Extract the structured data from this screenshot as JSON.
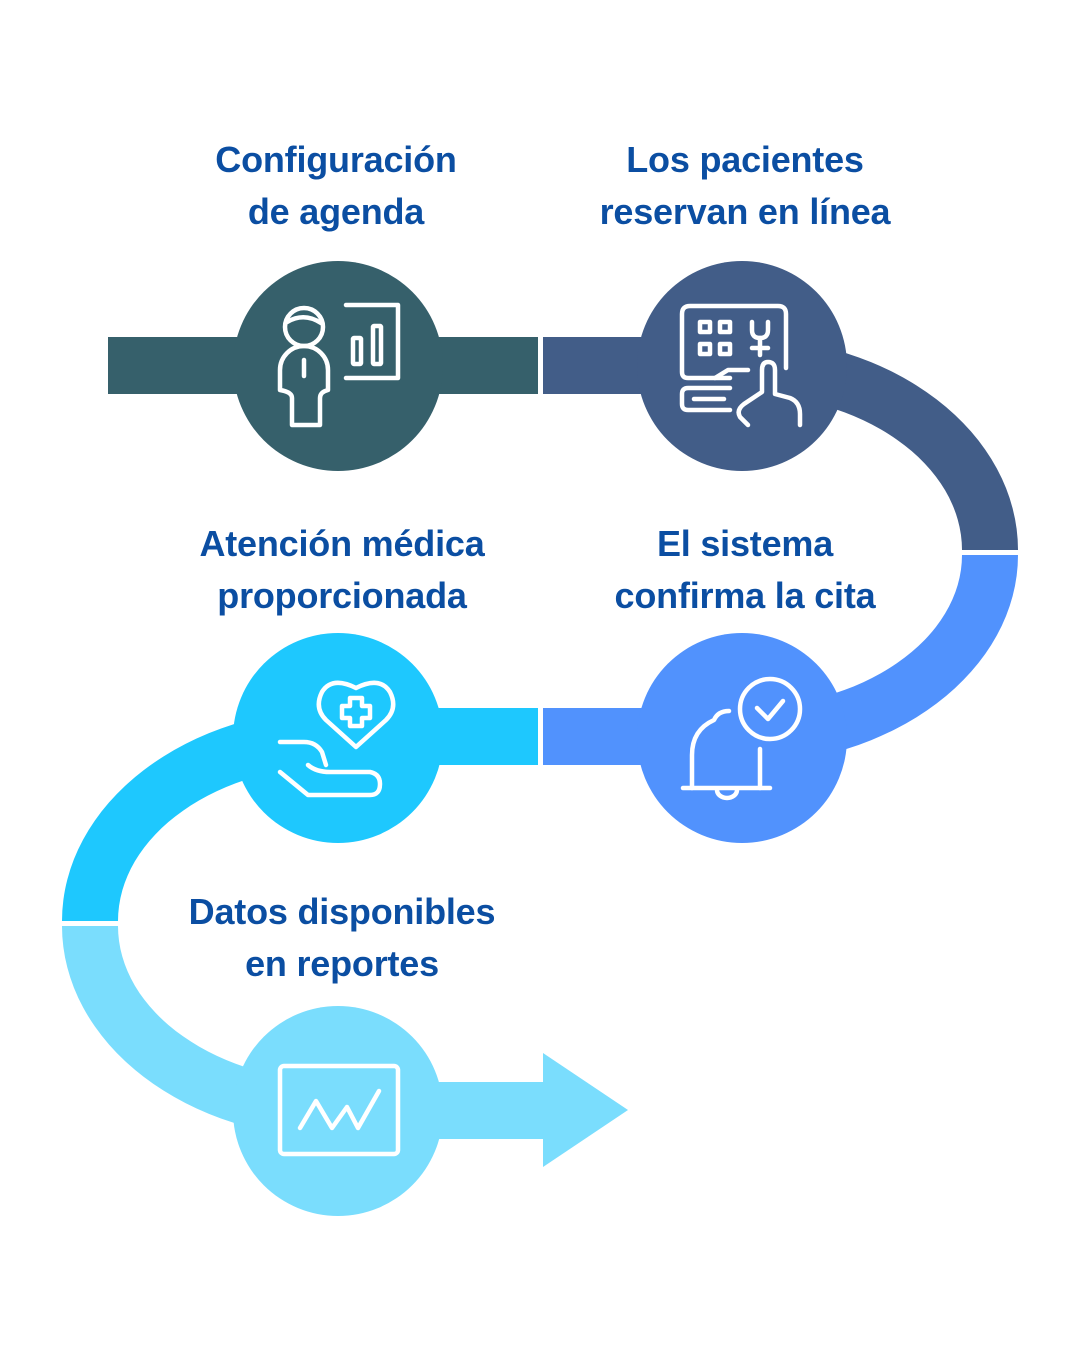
{
  "colors": {
    "title_text": "#0b4ea2",
    "step1": "#36606b",
    "step2": "#425d88",
    "step3": "#5192fd",
    "step4": "#1ec8fe",
    "step5": "#7addfd",
    "icon_stroke": "#ffffff"
  },
  "steps": [
    {
      "id": 1,
      "title_lines": [
        "Configuración",
        "de agenda"
      ],
      "icon": "presenter-chart-icon"
    },
    {
      "id": 2,
      "title_lines": [
        "Los pacientes",
        "reservan en línea"
      ],
      "icon": "touch-screen-booking-icon"
    },
    {
      "id": 3,
      "title_lines": [
        "El sistema",
        "confirma la cita"
      ],
      "icon": "bell-check-icon"
    },
    {
      "id": 4,
      "title_lines": [
        "Atención médica",
        "proporcionada"
      ],
      "icon": "hand-heart-medical-icon"
    },
    {
      "id": 5,
      "title_lines": [
        "Datos disponibles",
        "en reportes"
      ],
      "icon": "line-chart-report-icon"
    }
  ]
}
